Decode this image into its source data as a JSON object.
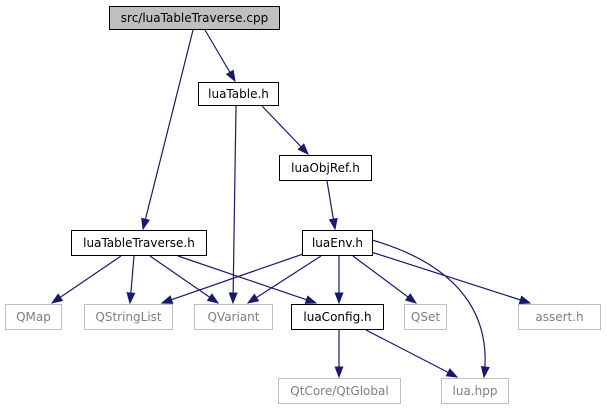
{
  "graph": {
    "nodes": [
      {
        "id": "n0",
        "name": "node-luatabletraverse-cpp",
        "label": "src/luaTableTraverse.cpp",
        "style": "root"
      },
      {
        "id": "n1",
        "name": "node-luatable-h",
        "label": "luaTable.h",
        "style": "documented"
      },
      {
        "id": "n2",
        "name": "node-luaobjref-h",
        "label": "luaObjRef.h",
        "style": "documented"
      },
      {
        "id": "n3",
        "name": "node-luatabletraverse-h",
        "label": "luaTableTraverse.h",
        "style": "documented"
      },
      {
        "id": "n4",
        "name": "node-luaenv-h",
        "label": "luaEnv.h",
        "style": "documented"
      },
      {
        "id": "n5",
        "name": "node-qmap",
        "label": "QMap",
        "style": "external"
      },
      {
        "id": "n6",
        "name": "node-qstringlist",
        "label": "QStringList",
        "style": "external"
      },
      {
        "id": "n7",
        "name": "node-qvariant",
        "label": "QVariant",
        "style": "external"
      },
      {
        "id": "n8",
        "name": "node-luaconfig-h",
        "label": "luaConfig.h",
        "style": "documented"
      },
      {
        "id": "n9",
        "name": "node-qset",
        "label": "QSet",
        "style": "external"
      },
      {
        "id": "n10",
        "name": "node-assert-h",
        "label": "assert.h",
        "style": "external"
      },
      {
        "id": "n11",
        "name": "node-qtcore-qtglobal",
        "label": "QtCore/QtGlobal",
        "style": "external"
      },
      {
        "id": "n12",
        "name": "node-lua-hpp",
        "label": "lua.hpp",
        "style": "external"
      }
    ],
    "edges": [
      {
        "from": "n0",
        "to": "n1"
      },
      {
        "from": "n0",
        "to": "n3"
      },
      {
        "from": "n1",
        "to": "n2"
      },
      {
        "from": "n1",
        "to": "n7"
      },
      {
        "from": "n2",
        "to": "n4"
      },
      {
        "from": "n3",
        "to": "n5"
      },
      {
        "from": "n3",
        "to": "n6"
      },
      {
        "from": "n3",
        "to": "n7"
      },
      {
        "from": "n3",
        "to": "n8"
      },
      {
        "from": "n4",
        "to": "n6"
      },
      {
        "from": "n4",
        "to": "n7"
      },
      {
        "from": "n4",
        "to": "n8"
      },
      {
        "from": "n4",
        "to": "n9"
      },
      {
        "from": "n4",
        "to": "n10"
      },
      {
        "from": "n4",
        "to": "n12"
      },
      {
        "from": "n8",
        "to": "n11"
      },
      {
        "from": "n8",
        "to": "n12"
      }
    ]
  },
  "colors": {
    "edge": "#191970",
    "root_fill": "#bfbfbf",
    "documented_border": "#000000",
    "external_border": "#bfbfbf",
    "external_text": "#7f7f7f",
    "text": "#000000"
  }
}
